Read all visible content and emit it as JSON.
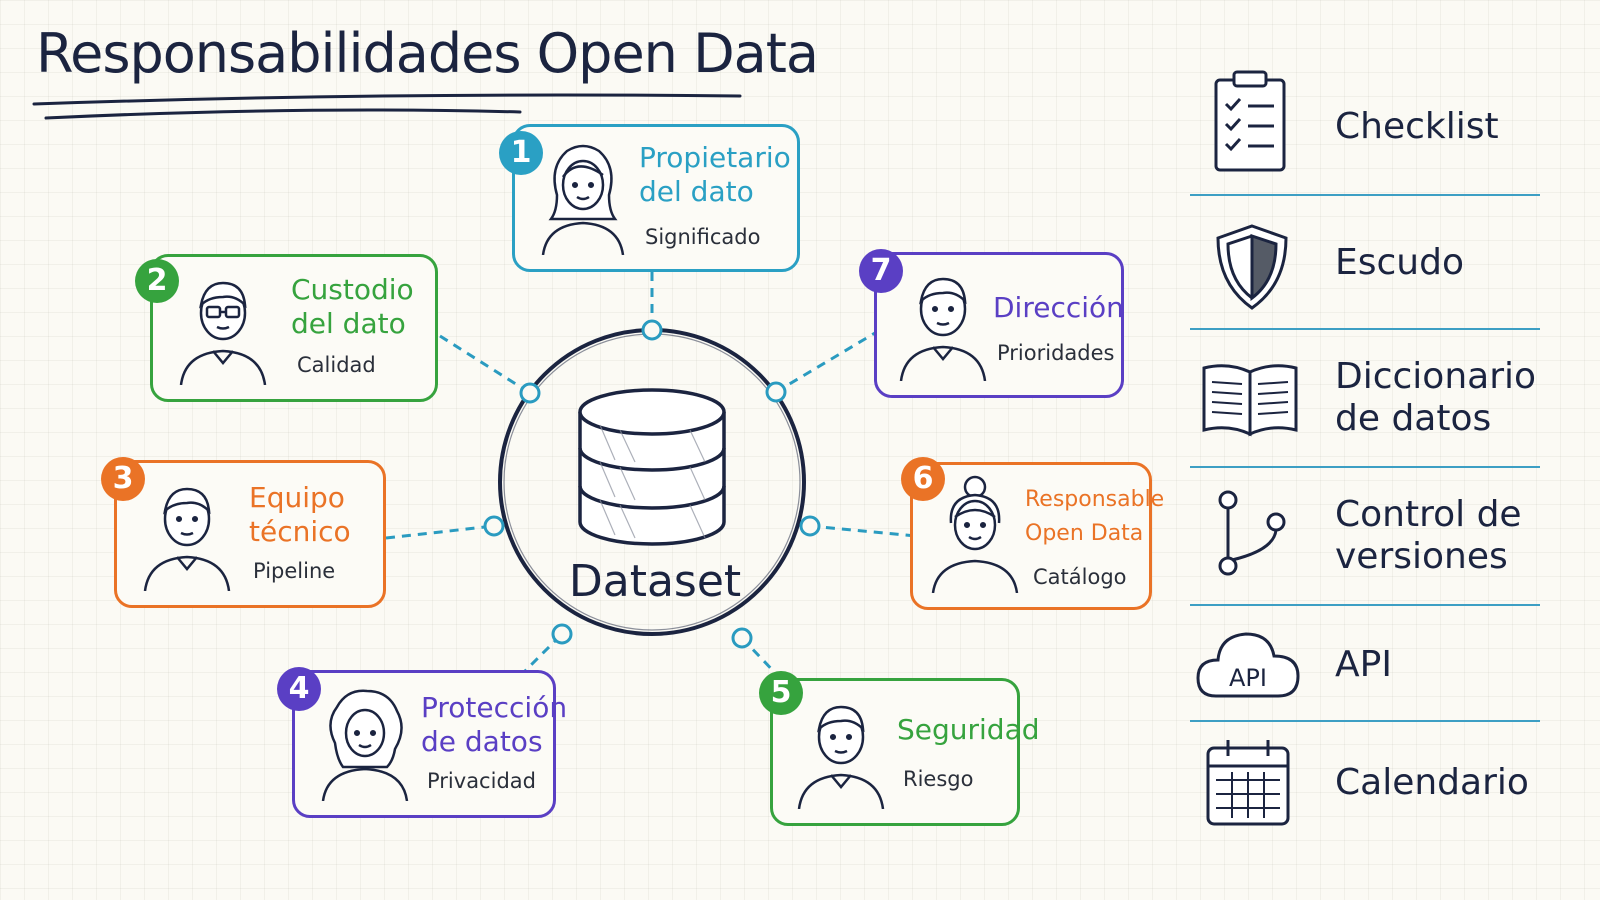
{
  "title": "Responsabilidades Open Data",
  "hub": {
    "label": "Dataset",
    "icon": "database-icon"
  },
  "roles": [
    {
      "number": "1",
      "name": "Propietario\ndel dato",
      "task": "Significado",
      "color": "#2aa0c4",
      "avatar": "woman-long-hair-icon"
    },
    {
      "number": "2",
      "name": "Custodio\ndel dato",
      "task": "Calidad",
      "color": "#36a33e",
      "avatar": "man-glasses-icon"
    },
    {
      "number": "3",
      "name": "Equipo\ntécnico",
      "task": "Pipeline",
      "color": "#ea7326",
      "avatar": "man-icon"
    },
    {
      "number": "4",
      "name": "Protección\nde datos",
      "task": "Privacidad",
      "color": "#5a3fc4",
      "avatar": "woman-curly-hair-icon"
    },
    {
      "number": "5",
      "name": "Seguridad",
      "task": "Riesgo",
      "color": "#36a33e",
      "avatar": "man-icon"
    },
    {
      "number": "6",
      "name": "Responsable\nOpen Data",
      "task": "Catálogo",
      "color": "#ea7326",
      "avatar": "woman-bun-icon"
    },
    {
      "number": "7",
      "name": "Dirección",
      "task": "Prioridades",
      "color": "#5a3fc4",
      "avatar": "man-icon"
    }
  ],
  "legend": [
    {
      "label": "Checklist",
      "icon": "clipboard-checklist-icon"
    },
    {
      "label": "Escudo",
      "icon": "shield-icon"
    },
    {
      "label": "Diccionario\nde datos",
      "icon": "open-book-icon"
    },
    {
      "label": "Control de\nversiones",
      "icon": "branch-icon"
    },
    {
      "label": "API",
      "icon": "cloud-api-icon",
      "icon_text": "API"
    },
    {
      "label": "Calendario",
      "icon": "calendar-icon"
    }
  ],
  "colors": {
    "ink": "#1b2440",
    "connector": "#2a9bc0",
    "separator": "#3d9fc4"
  }
}
